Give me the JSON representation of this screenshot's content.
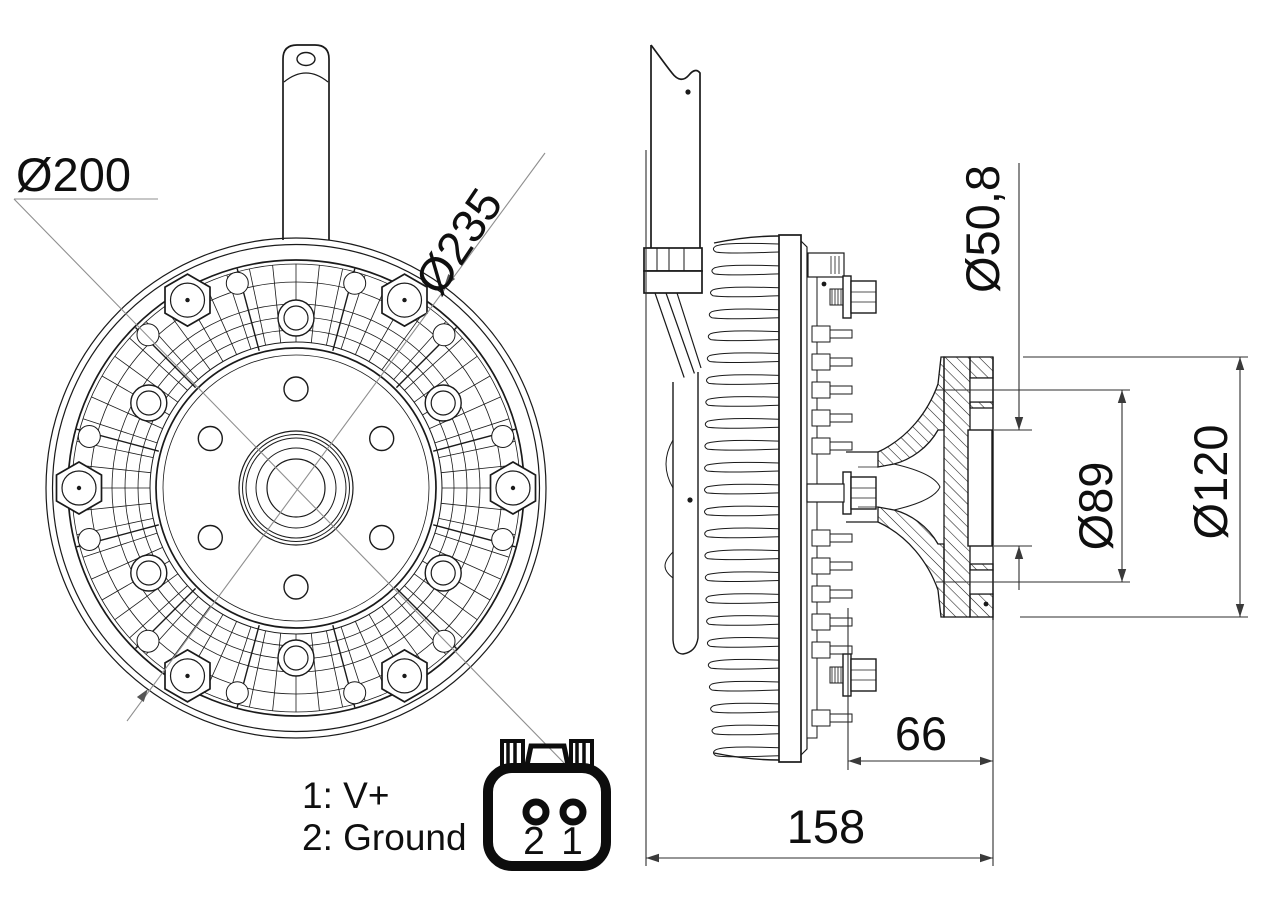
{
  "front_view": {
    "label_hub_circle": "Ø200",
    "label_outer": "Ø235"
  },
  "side_view": {
    "label_pilot": "Ø50,8",
    "label_bolt_circle": "Ø89",
    "label_flange": "Ø120",
    "label_offset": "66",
    "label_total_depth": "158"
  },
  "connector": {
    "legend_line1": "1: V+",
    "legend_line2": "2: Ground",
    "pin_left_number": "2",
    "pin_right_number": "1"
  },
  "colors": {
    "part_line": "#1a1a1a",
    "dimension_line": "#2e2e2e",
    "centerline": "#8f8f8f",
    "background": "#ffffff"
  }
}
